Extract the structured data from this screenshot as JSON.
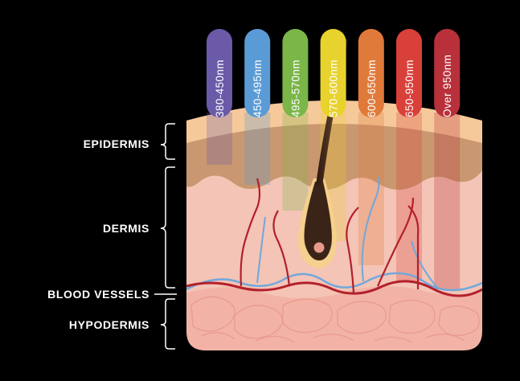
{
  "wavelength_bands": [
    {
      "label": "380-450nm",
      "color": "#6a5aa8"
    },
    {
      "label": "450-495nm",
      "color": "#5b9bd5"
    },
    {
      "label": "495-570nm",
      "color": "#7ab648"
    },
    {
      "label": "570-600nm",
      "color": "#e8d22e"
    },
    {
      "label": "600-650nm",
      "color": "#e07a3a"
    },
    {
      "label": "650-950nm",
      "color": "#d9403a"
    },
    {
      "label": "Over 950nm",
      "color": "#b8303a"
    }
  ],
  "layers": {
    "epidermis": "EPIDERMIS",
    "dermis": "DERMIS",
    "blood_vessels": "BLOOD VESSELS",
    "hypodermis": "HYPODERMIS"
  },
  "colors": {
    "background": "#000000",
    "skin_surface": "#f6c99a",
    "epidermis": "#c99870",
    "dermis": "#f4c4b6",
    "hypodermis": "#f2b3a6",
    "artery": "#b3202b",
    "vein": "#6fa8dc",
    "hair": "#3a2418"
  }
}
